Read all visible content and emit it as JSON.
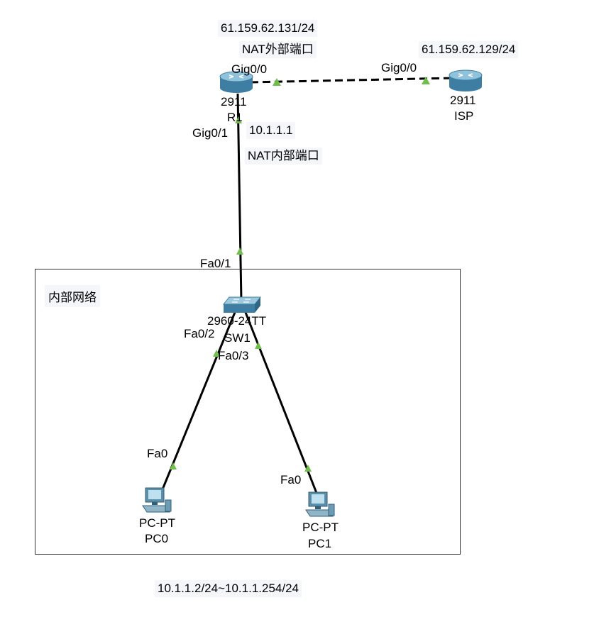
{
  "notes": {
    "r1_outside_ip": "61.159.62.131/24",
    "nat_outside": "NAT外部端口",
    "isp_ip": "61.159.62.129/24",
    "r1_inside_ip": "10.1.1.1",
    "nat_inside": "NAT内部端口",
    "lan_range": "10.1.1.2/24~10.1.1.254/24"
  },
  "zone": {
    "title": "内部网络"
  },
  "devices": {
    "r1": {
      "model": "2911",
      "name": "R1"
    },
    "isp": {
      "model": "2911",
      "name": "ISP"
    },
    "sw1": {
      "model": "2960-24TT",
      "name": "SW1"
    },
    "pc0": {
      "model": "PC-PT",
      "name": "PC0"
    },
    "pc1": {
      "model": "PC-PT",
      "name": "PC1"
    }
  },
  "ports": {
    "r1_gig00": "Gig0/0",
    "isp_gig00": "Gig0/0",
    "r1_gig01": "Gig0/1",
    "sw_fa01": "Fa0/1",
    "sw_fa02": "Fa0/2",
    "sw_fa03": "Fa0/3",
    "pc0_fa0": "Fa0",
    "pc1_fa0": "Fa0"
  },
  "colors": {
    "link_up": "#6fbf4a",
    "router_body": "#4e8fb3",
    "switch_body": "#4a86a8",
    "pc_body": "#6d9bb3",
    "note_bg": "#f5f6fa"
  },
  "icons": [
    "router-icon",
    "switch-icon",
    "pc-icon",
    "link-up-triangle"
  ]
}
